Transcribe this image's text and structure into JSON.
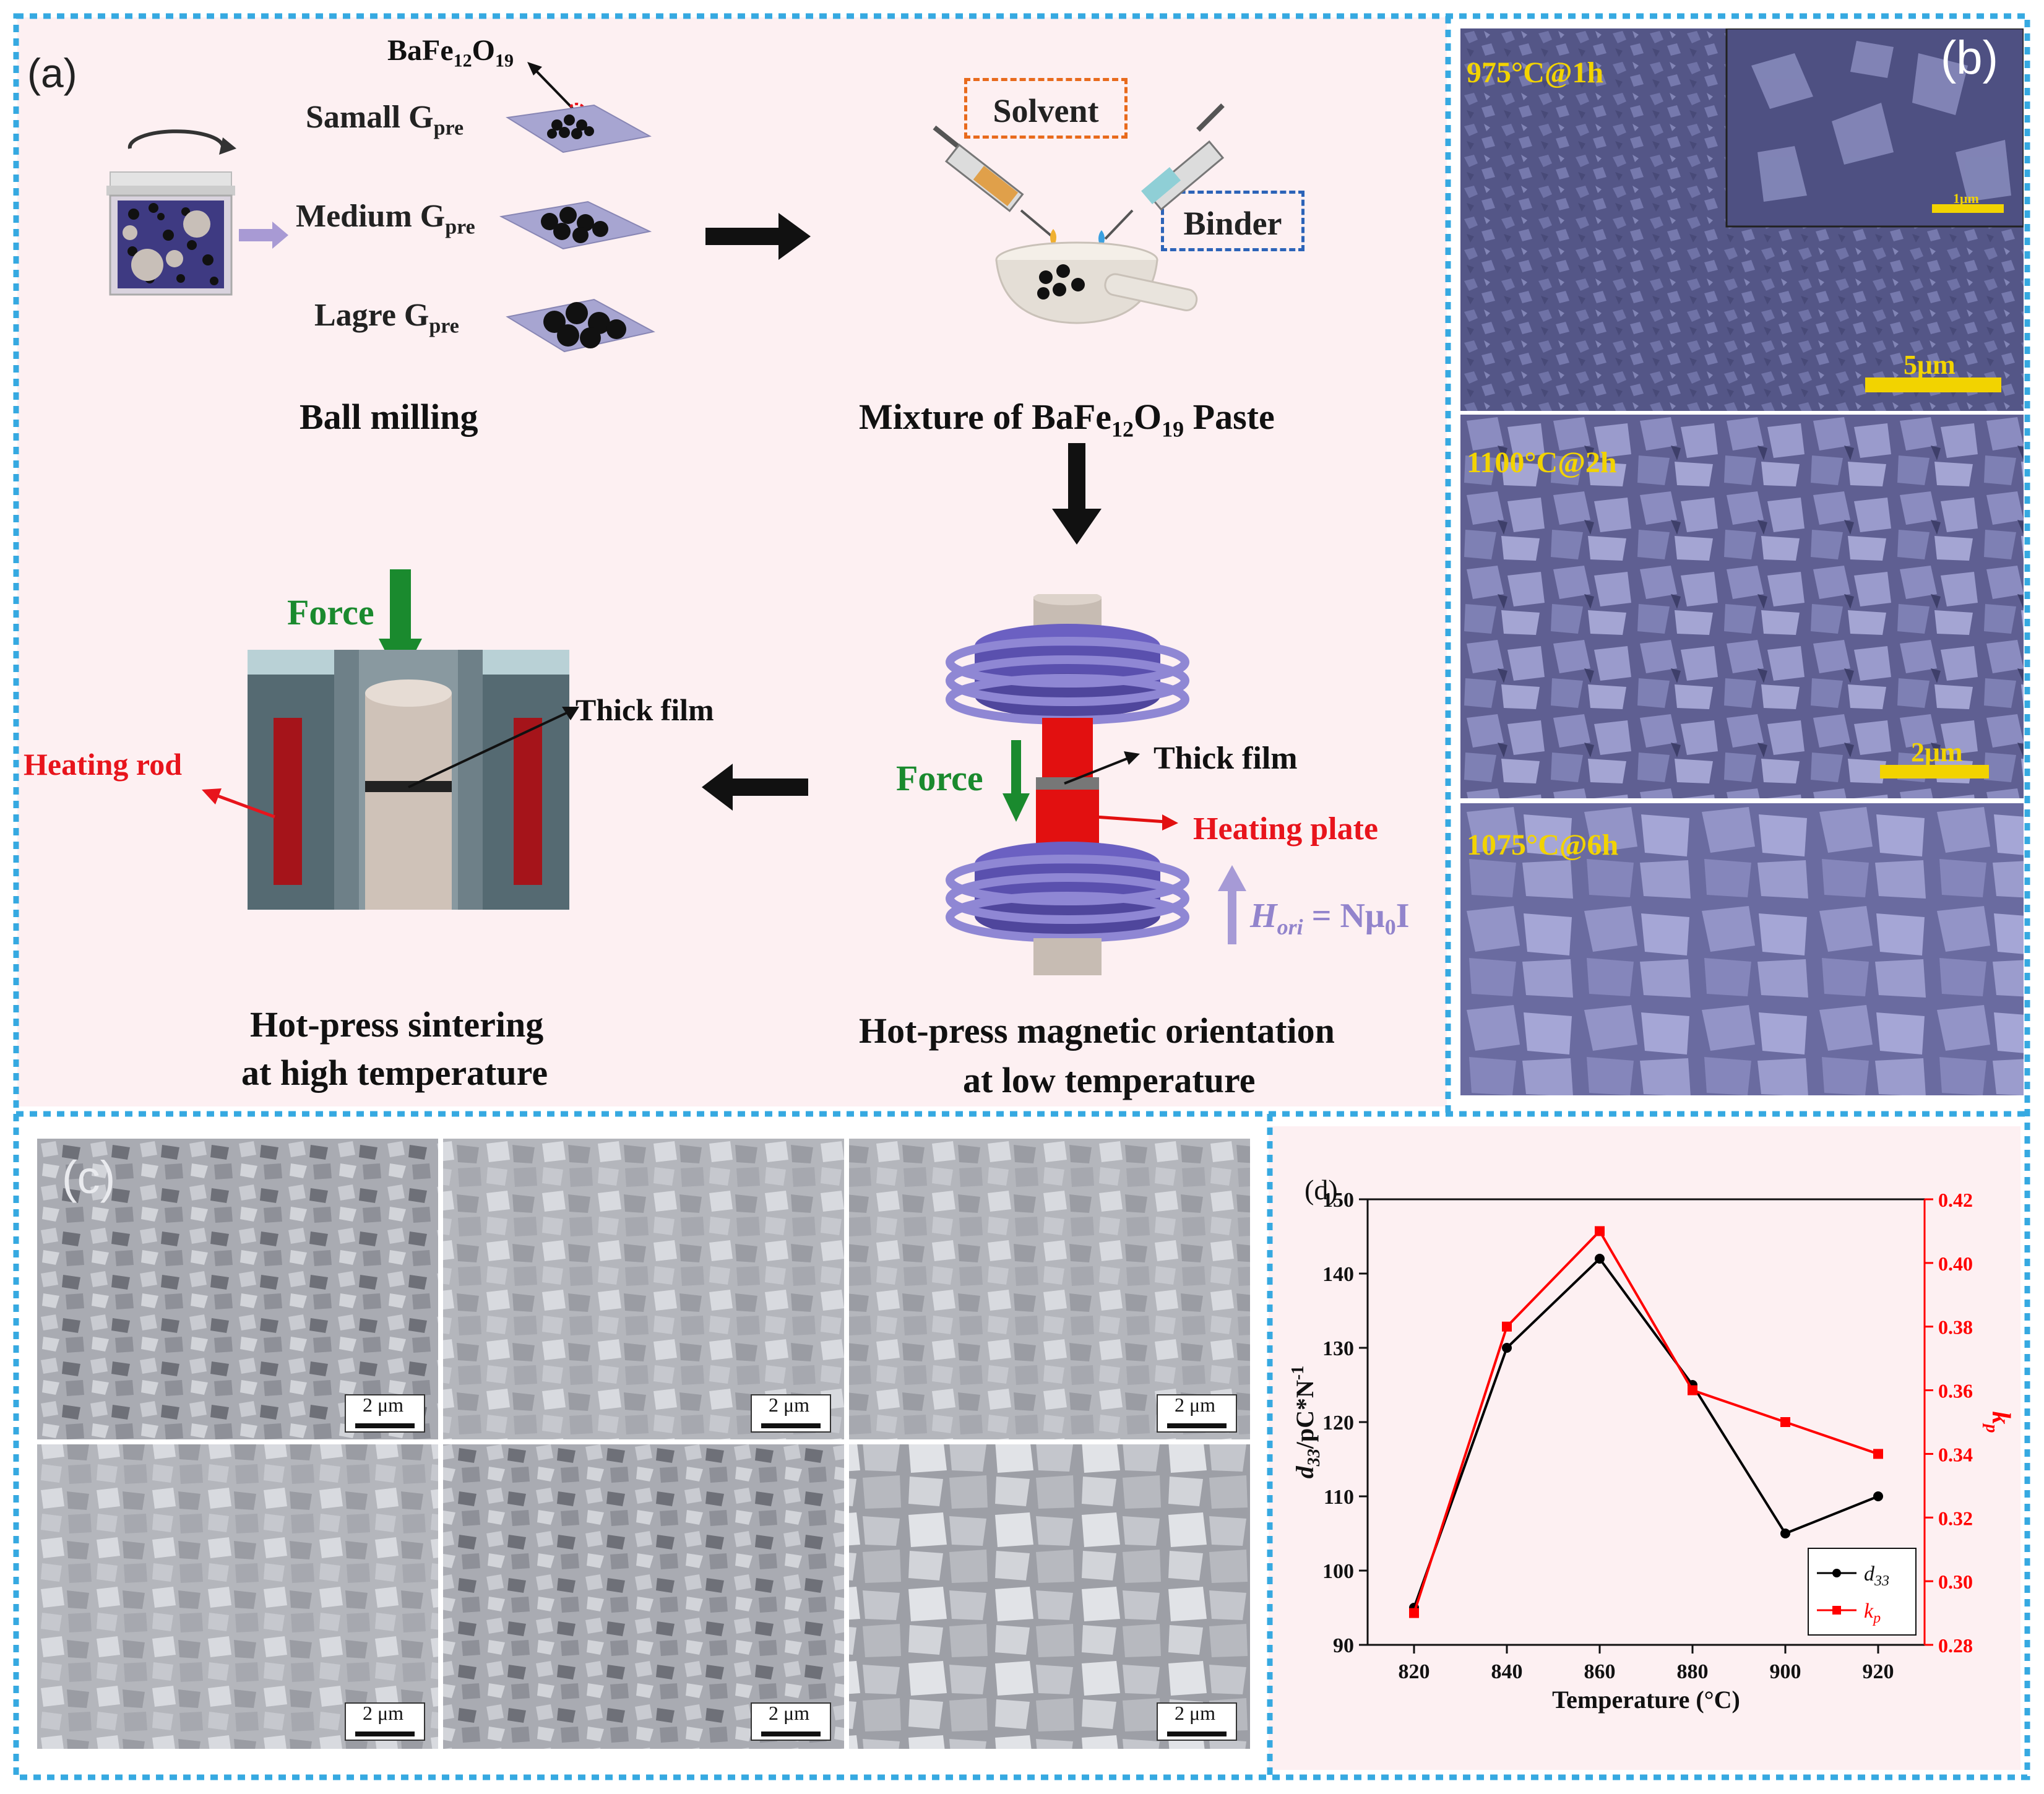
{
  "panel_a": {
    "label": "(a)",
    "ball_milling": {
      "formula": "BaFe12O19",
      "sizes": [
        "Samall G",
        "Medium G",
        "Lagre G"
      ],
      "subscript": "pre",
      "caption": "Ball milling"
    },
    "mixture": {
      "solvent": "Solvent",
      "binder": "Binder",
      "caption_prefix": "Mixture of  BaFe",
      "caption_suffix": " Paste"
    },
    "sintering": {
      "force": "Force",
      "thick_film": "Thick film",
      "heating_rod": "Heating rod",
      "caption_line1": "Hot-press sintering",
      "caption_line2": "at high temperature"
    },
    "orientation": {
      "force": "Force",
      "thick_film": "Thick film",
      "heating_plate": "Heating plate",
      "h_label": "H",
      "h_sub": "ori",
      "h_rhs": " = Nμ",
      "h_rhs_end": "I",
      "caption_line1": "Hot-press magnetic orientation",
      "caption_line2": "at low temperature"
    }
  },
  "panel_b": {
    "label": "(b)",
    "images": [
      {
        "condition": "975°C@1h",
        "scale": "5μm",
        "inset_scale": "1μm"
      },
      {
        "condition": "1100°C@2h",
        "scale": "2μm"
      },
      {
        "condition": "1075°C@6h"
      }
    ]
  },
  "panel_c": {
    "label": "(c)",
    "scale_label": "2 μm"
  },
  "colors": {
    "frame": "#36a9e1",
    "panel_bg": "#fdf0f2",
    "force_green": "#1a8a2e",
    "heating_red": "#e8141c",
    "coil_purple": "#6b60c2",
    "sem_label_yellow": "#f2d300",
    "d33": "#000000",
    "kp": "#ff0000"
  },
  "chart_data": {
    "type": "line",
    "panel_label": "(d)",
    "x": [
      820,
      840,
      860,
      880,
      900,
      920
    ],
    "xlabel": "Temperature (°C)",
    "xlim": [
      810,
      930
    ],
    "xticks": [
      820,
      840,
      860,
      880,
      900,
      920
    ],
    "series": [
      {
        "name": "d33",
        "axis": "left",
        "color": "#000000",
        "marker": "circle",
        "values": [
          95,
          130,
          142,
          125,
          105,
          110
        ]
      },
      {
        "name": "kp",
        "axis": "right",
        "color": "#ff0000",
        "marker": "square",
        "values": [
          0.29,
          0.38,
          0.41,
          0.36,
          0.35,
          0.34
        ]
      }
    ],
    "ylabel_left": "d33/pC*N-1",
    "ylim_left": [
      90,
      150
    ],
    "yticks_left": [
      90,
      100,
      110,
      120,
      130,
      140,
      150
    ],
    "ylabel_right": "kp",
    "ylim_right": [
      0.28,
      0.42
    ],
    "yticks_right": [
      "0.28",
      "0.30",
      "0.32",
      "0.34",
      "0.36",
      "0.38",
      "0.40",
      "0.42"
    ],
    "legend_position": "bottom-right"
  }
}
